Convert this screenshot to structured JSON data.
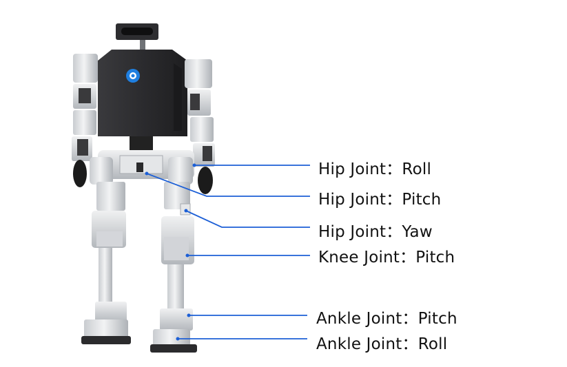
{
  "colors": {
    "leader_line": "#1c5fd6",
    "torso": "#2a2a2c",
    "servo_silver": "#d9dbde",
    "servo_shadow": "#9ea2a8",
    "logo_blue": "#1f7fe0",
    "hand_black": "#1b1b1b"
  },
  "icons": [
    "robot-logo-gear-icon",
    "head-sensor-icon"
  ],
  "labels": {
    "hip_roll": "Hip Joint：Roll",
    "hip_pitch": "Hip Joint：Pitch",
    "hip_yaw": "Hip Joint：Yaw",
    "knee_pitch": "Knee Joint：Pitch",
    "ankle_pitch": "Ankle Joint：Pitch",
    "ankle_roll": "Ankle Joint：Roll"
  }
}
